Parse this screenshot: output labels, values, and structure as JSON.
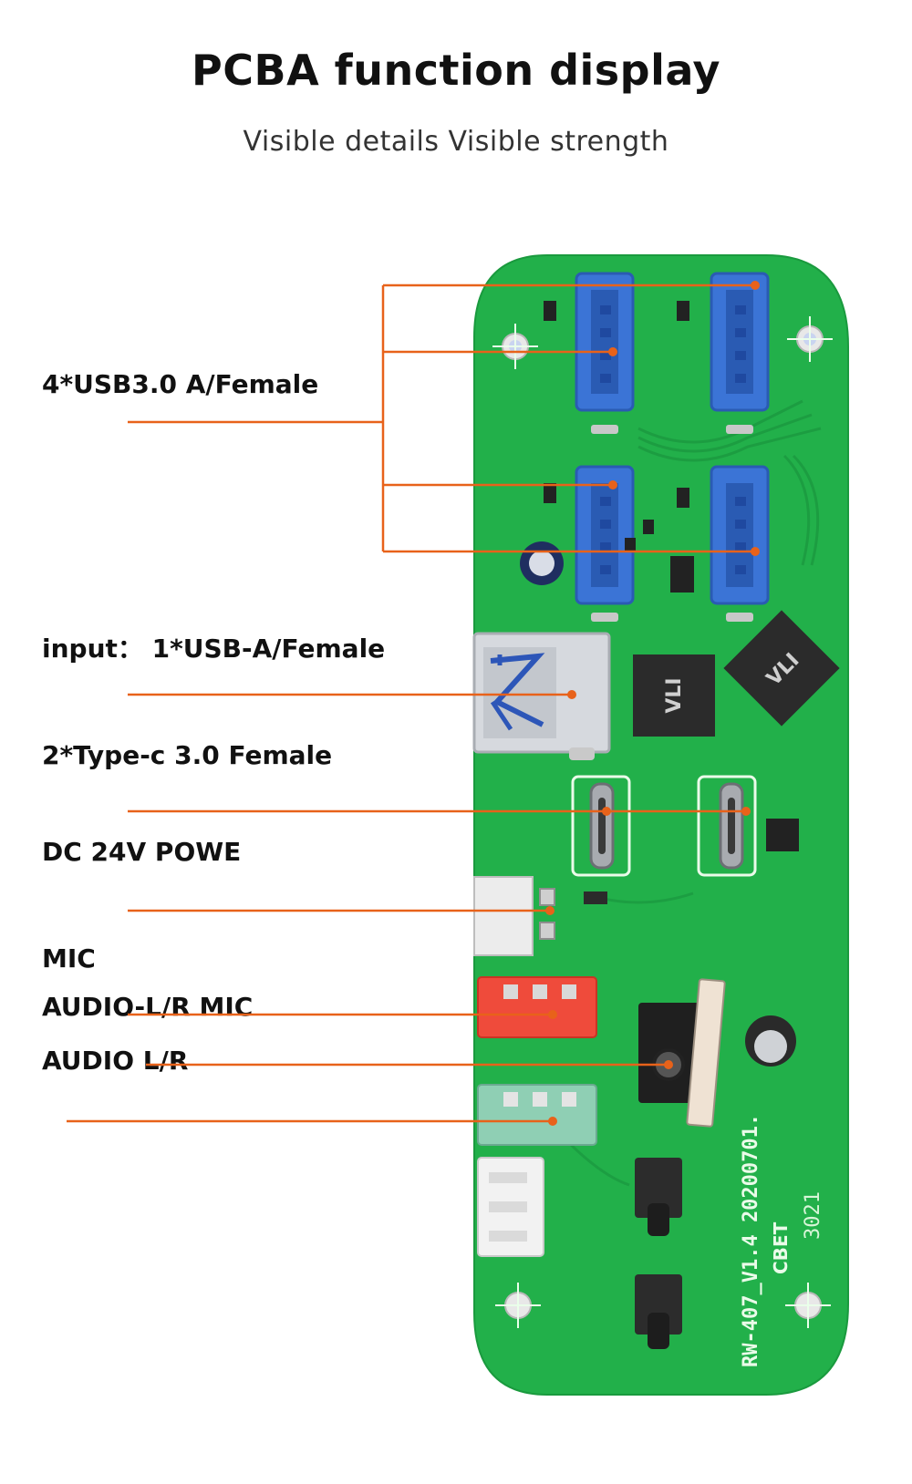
{
  "header": {
    "title": "PCBA function display",
    "subtitle": "Visible details Visible strength"
  },
  "callouts": [
    {
      "label": "4*USB3.0 A/Female"
    },
    {
      "label": "input： 1*USB-A/Female"
    },
    {
      "label": "2*Type-c 3.0 Female"
    },
    {
      "label": "DC 24V POWE"
    },
    {
      "label": "MIC"
    },
    {
      "label": "AUDIO-L/R  MIC"
    },
    {
      "label": "AUDIO L/R"
    }
  ],
  "board": {
    "silkscreen_version": "RW-407_V1.4 20200701.",
    "silkscreen_brand": "CBET",
    "silkscreen_code": "3021",
    "chip_brand": "VLI",
    "colors": {
      "pcb": "#22b04a",
      "usb_blue": "#3b74d6",
      "callout_line": "#e8621a",
      "mic_jack": "#ef4b3b",
      "audio_jack": "#8fcfb4"
    }
  }
}
